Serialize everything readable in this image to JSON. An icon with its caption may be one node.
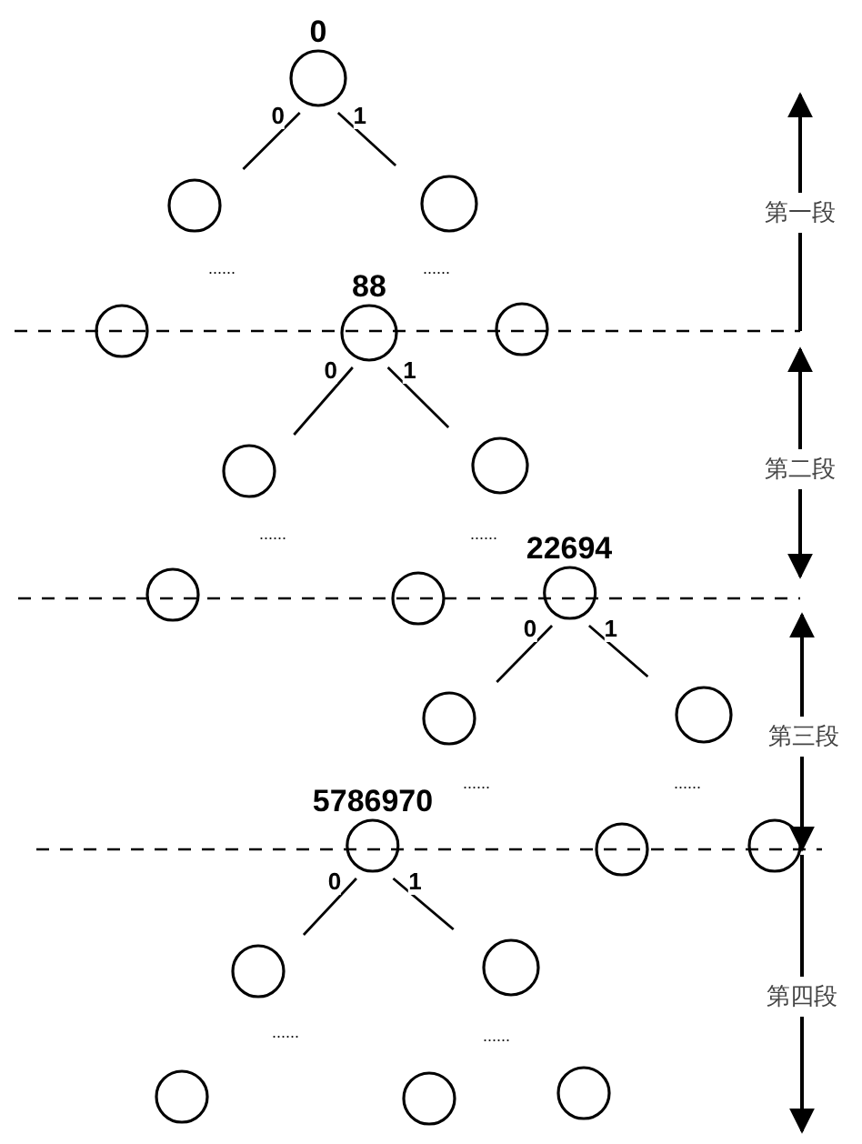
{
  "diagram": {
    "nodes": [
      {
        "text": [
          "0"
        ]
      },
      {
        "text": [],
        "shape": "circle"
      },
      {
        "text": [],
        "shape": "circle"
      },
      {
        "text": [],
        "shape": "circle"
      },
      {
        "text": [
          "88"
        ]
      },
      {
        "text": [],
        "shape": "circle"
      },
      {
        "text": [],
        "shape": "circle"
      },
      {
        "text": [],
        "shape": "circle"
      },
      {
        "text": [],
        "shape": "circle"
      },
      {
        "text": [],
        "shape": "circle"
      },
      {
        "text": [
          "22694"
        ]
      },
      {
        "text": [],
        "shape": "circle"
      },
      {
        "text": [],
        "shape": "circle"
      },
      {
        "text": [
          "5786970"
        ]
      },
      {
        "text": [],
        "shape": "circle"
      },
      {
        "text": [],
        "shape": "circle"
      },
      {
        "text": [],
        "shape": "circle"
      },
      {
        "text": [],
        "shape": "circle"
      },
      {
        "text": [],
        "shape": "circle"
      },
      {
        "text": [],
        "shape": "circle"
      },
      {
        "text": [],
        "shape": "circle"
      }
    ],
    "edges": [
      {
        "from": 0,
        "to": 1,
        "arrow": "none",
        "label": "0"
      },
      {
        "from": 0,
        "to": 2,
        "arrow": "none",
        "label": "1"
      },
      {
        "from": 4,
        "to": 6,
        "arrow": "none",
        "label": "0"
      },
      {
        "from": 4,
        "to": 7,
        "arrow": "none",
        "label": "1"
      },
      {
        "from": 10,
        "to": 11,
        "arrow": "none",
        "label": "0"
      },
      {
        "from": 10,
        "to": 12,
        "arrow": "none",
        "label": "1"
      },
      {
        "from": 13,
        "to": 16,
        "arrow": "none",
        "label": "0"
      },
      {
        "from": 13,
        "to": 17,
        "arrow": "none",
        "label": "1"
      }
    ],
    "labels": [
      "第一段",
      "......",
      "......",
      "第二段",
      "......",
      "......",
      "第三段",
      "......",
      "......",
      "第四段",
      "......",
      "......"
    ]
  }
}
